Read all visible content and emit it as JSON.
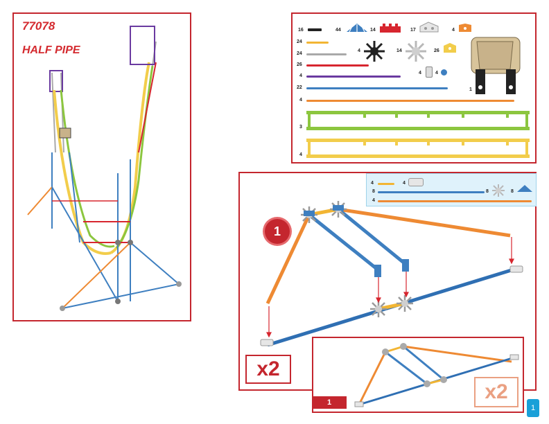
{
  "cover": {
    "model_number": "77078",
    "model_name": "HALF PIPE"
  },
  "parts_list": {
    "top_row": [
      {
        "qty": "16",
        "icon": "black-connector-icon"
      },
      {
        "qty": "44",
        "icon": "blue-connector-icon"
      },
      {
        "qty": "14",
        "icon": "red-connector-icon"
      },
      {
        "qty": "17",
        "icon": "white-connector-icon"
      },
      {
        "qty": "4",
        "icon": "orange-connector-icon"
      }
    ],
    "rods": [
      {
        "qty": "24",
        "color": "#f2b533"
      },
      {
        "qty": "24",
        "color": "#a9a9a9"
      },
      {
        "qty": "26",
        "color": "#d7262f"
      },
      {
        "qty": "4",
        "color": "#6a3aa0"
      },
      {
        "qty": "22",
        "color": "#3e7fc0"
      },
      {
        "qty": "4",
        "color": "#ee8a33"
      }
    ],
    "mid_items": [
      {
        "qty": "4",
        "icon": "black-wheel-connector-icon"
      },
      {
        "qty": "14",
        "icon": "gray-wheel-connector-icon"
      },
      {
        "qty": "26",
        "icon": "yellow-connector-icon"
      },
      {
        "qty": "4",
        "icon": "spacer-icon"
      },
      {
        "qty": "4",
        "icon": "blue-spacer-icon"
      }
    ],
    "car_qty": "1",
    "track_pieces": [
      {
        "qty": "3",
        "color": "#8cc63f"
      },
      {
        "qty": "4",
        "color": "#f2cd4b"
      }
    ]
  },
  "step": {
    "number": "1",
    "multiplier": "x2",
    "sub_multiplier": "x2",
    "sub_step_label": "1",
    "parts": [
      {
        "qty": "4",
        "item": "yellow-rod"
      },
      {
        "qty": "4",
        "item": "white-connector"
      },
      {
        "qty": "8",
        "item": "blue-rod"
      },
      {
        "qty": "8",
        "item": "gray-wheel-connector"
      },
      {
        "qty": "8",
        "item": "blue-connector"
      },
      {
        "qty": "4",
        "item": "orange-rod"
      }
    ]
  },
  "page_number": "1",
  "colors": {
    "frame": "#c4262e",
    "accent": "#d42a2f",
    "page_tab": "#1aa0d8"
  }
}
